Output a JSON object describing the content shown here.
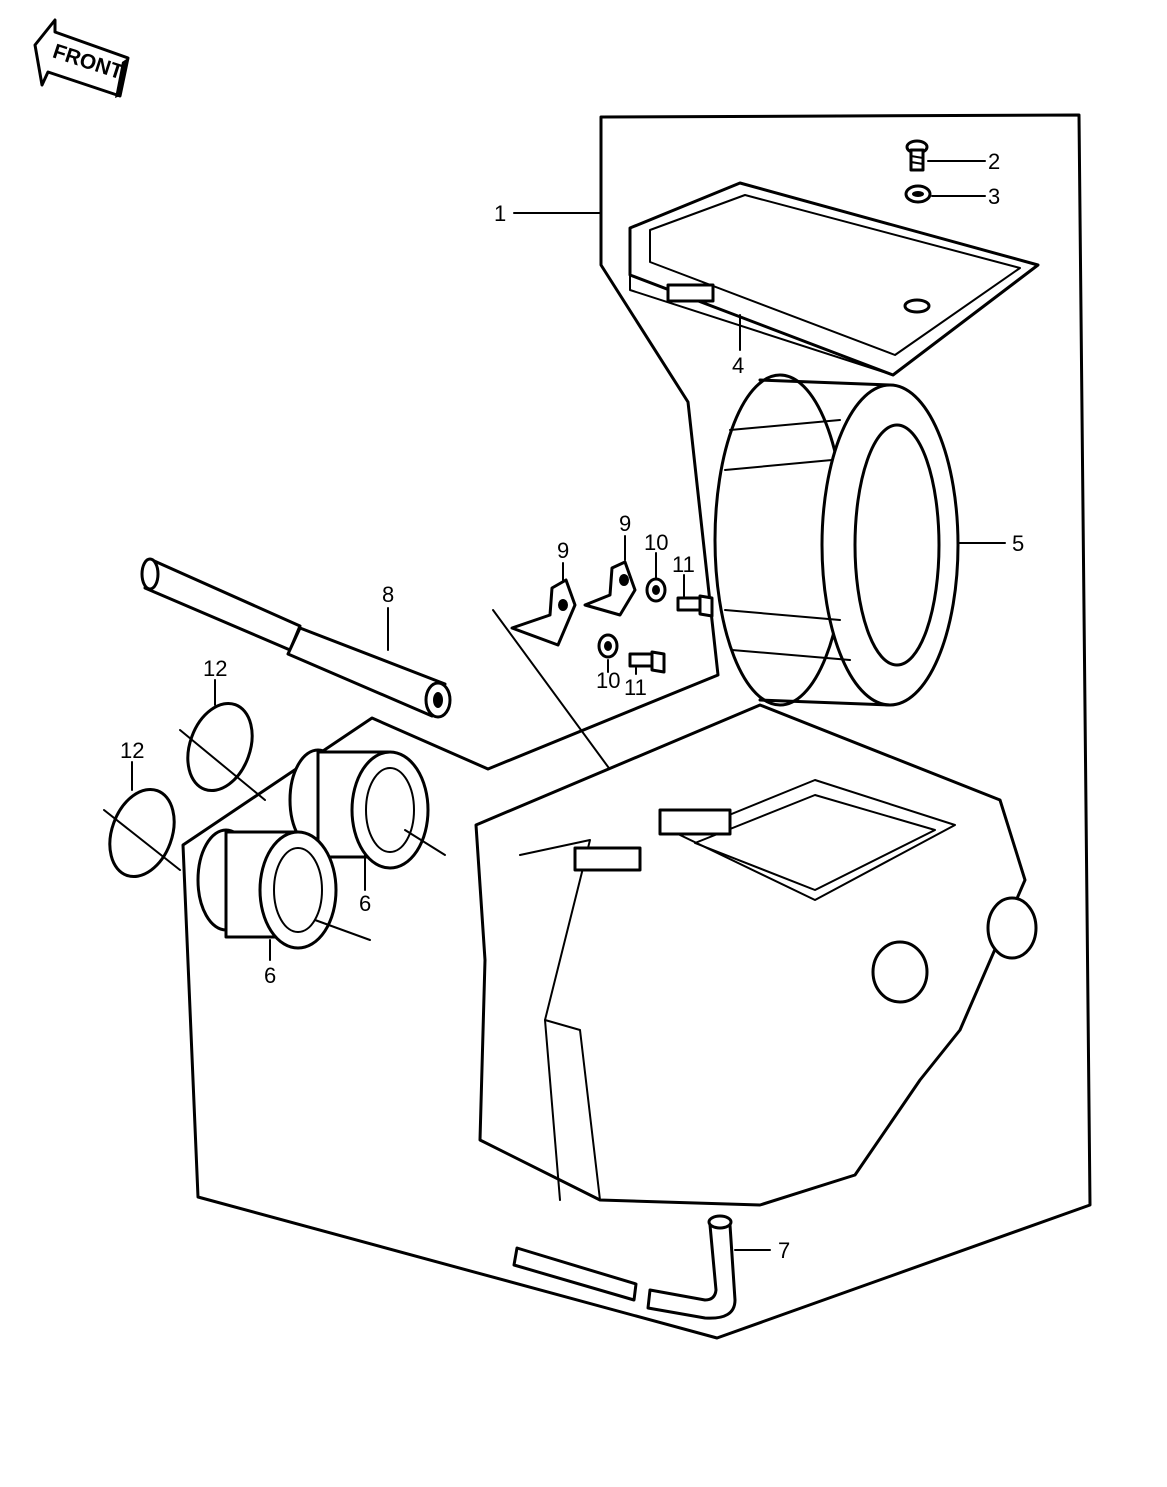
{
  "front_label": "FRONT",
  "callouts": {
    "c1": "1",
    "c2": "2",
    "c3": "3",
    "c4": "4",
    "c5": "5",
    "c6a": "6",
    "c6b": "6",
    "c7": "7",
    "c8": "8",
    "c9a": "9",
    "c9b": "9",
    "c10a": "10",
    "c10b": "10",
    "c11a": "11",
    "c11b": "11",
    "c12a": "12",
    "c12b": "12"
  }
}
